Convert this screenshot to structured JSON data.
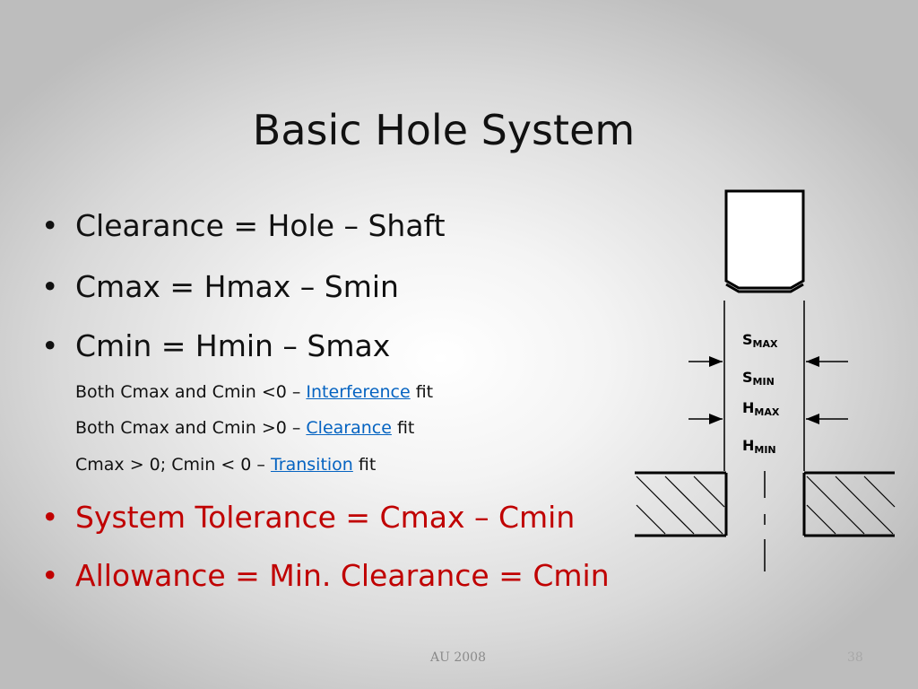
{
  "slide": {
    "title": "Basic Hole System",
    "bullets": [
      {
        "marker": "•",
        "text": "Clearance = Hole – Shaft"
      },
      {
        "marker": "•",
        "text": "Cmax = Hmax – Smin"
      },
      {
        "marker": "•",
        "text": "Cmin = Hmin – Smax"
      }
    ],
    "sub_items": [
      {
        "prefix": "Both Cmax and Cmin <0 – ",
        "link": "Interference",
        "suffix": " fit"
      },
      {
        "prefix": "Both Cmax and Cmin >0 – ",
        "link": "Clearance",
        "suffix": " fit"
      },
      {
        "prefix": "Cmax > 0; Cmin < 0 – ",
        "link": "Transition",
        "suffix": " fit"
      }
    ],
    "red_bullets": [
      {
        "marker": "•",
        "text": "System Tolerance = Cmax – Cmin"
      },
      {
        "marker": "•",
        "text": "Allowance = Min. Clearance = Cmin"
      }
    ],
    "footer_left": "AU 2008",
    "footer_right": "38"
  },
  "diagram": {
    "labels": [
      {
        "main": "S",
        "sub": "MAX"
      },
      {
        "main": "S",
        "sub": "MIN"
      },
      {
        "main": "H",
        "sub": "MAX"
      },
      {
        "main": "H",
        "sub": "MIN"
      }
    ]
  },
  "colors": {
    "text": "#111111",
    "accent_red": "#c00000",
    "link": "#0563c1"
  }
}
